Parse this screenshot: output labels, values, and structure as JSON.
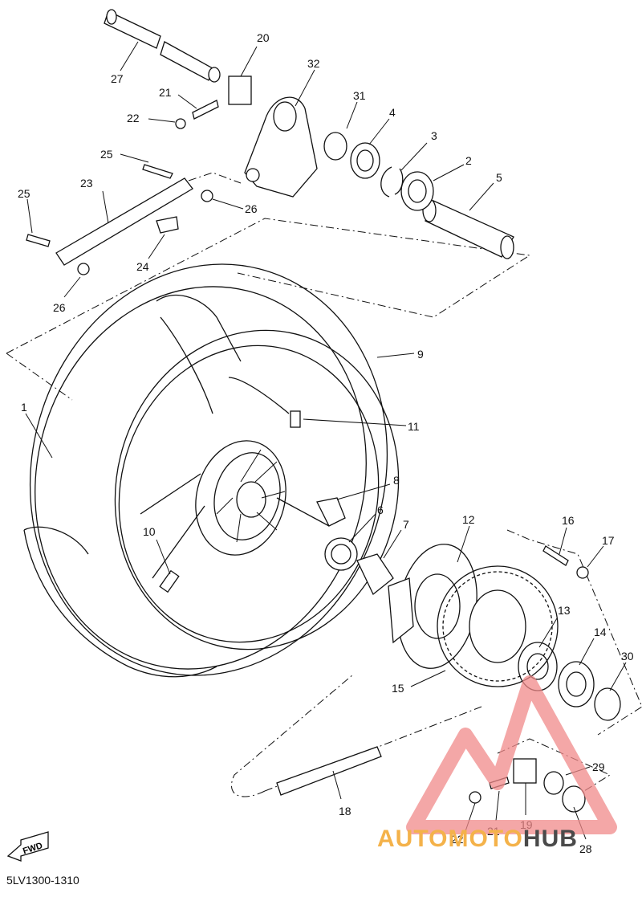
{
  "diagram": {
    "code": "5LV1300-1310",
    "fwd_label": "FWD",
    "watermark": {
      "part1": "AUTOMOTO",
      "part2": "HUB"
    },
    "callouts": [
      "20",
      "27",
      "32",
      "21",
      "31",
      "4",
      "22",
      "3",
      "2",
      "25",
      "23",
      "5",
      "26",
      "25",
      "24",
      "26",
      "9",
      "1",
      "11",
      "8",
      "6",
      "7",
      "12",
      "16",
      "17",
      "10",
      "13",
      "14",
      "30",
      "15",
      "29",
      "18",
      "22",
      "21",
      "19",
      "28"
    ]
  }
}
